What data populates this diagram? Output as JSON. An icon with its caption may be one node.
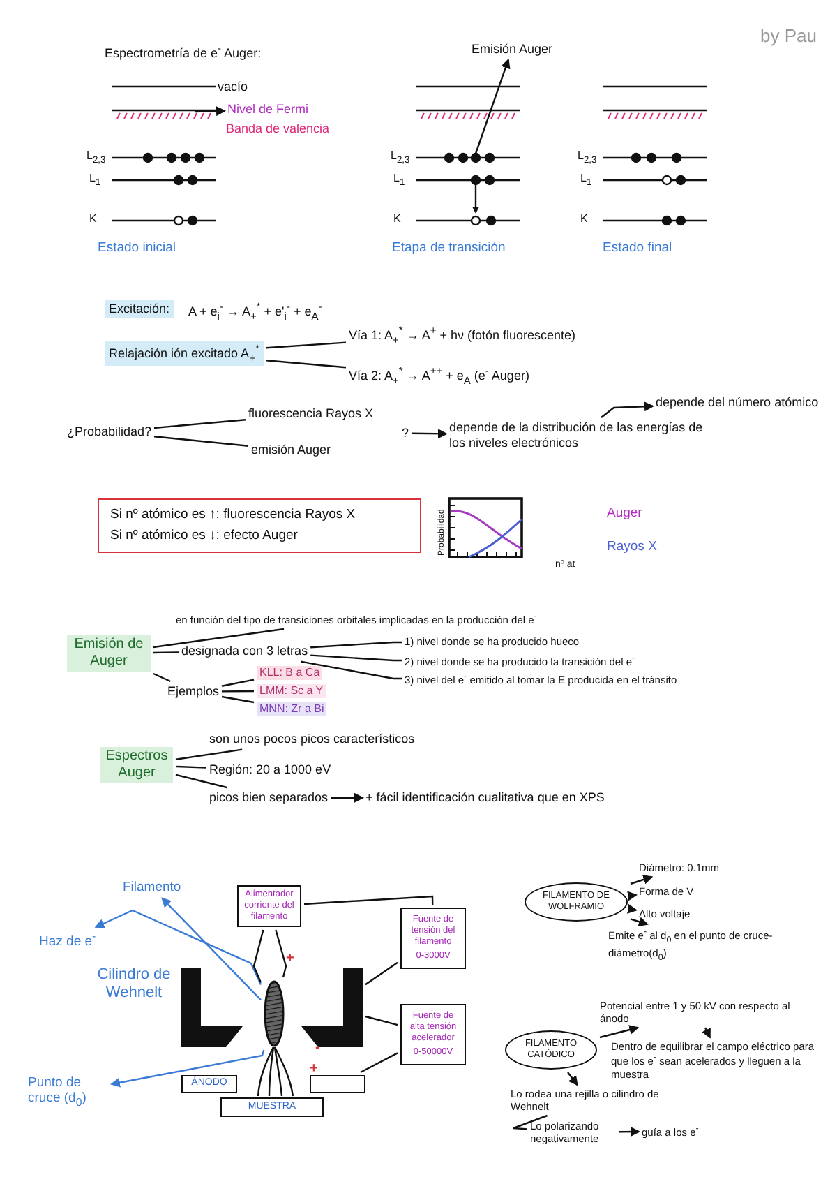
{
  "diagram": {
    "title": "Espectrometría de e$^{-}$ Auger:",
    "nodes": [
      {
        "text": [
          "Emisión Auger"
        ]
      },
      {
        "text": [
          "Nivel de Fermi"
        ]
      },
      {
        "text": [
          "Relajación ión excitado A$_{+}$$^{*}$"
        ]
      },
      {
        "text": [
          "Vía 1: A$_{+}$$^{*}$ → A$^{+}$ + hν (fotón fluorescente)"
        ]
      },
      {
        "text": [
          "Vía 2: A$_{+}$$^{*}$ → A$^{++}$ + e$_{A}$ (e$^{-}$ Auger)"
        ]
      },
      {
        "text": [
          "¿Probabilidad?"
        ]
      },
      {
        "text": [
          "fluorescencia Rayos X"
        ]
      },
      {
        "text": [
          "emisión Auger"
        ]
      },
      {
        "text": [
          "?"
        ]
      },
      {
        "text": [
          "depende de la distribución de las energías de los niveles electrónicos"
        ]
      },
      {
        "text": [
          "depende del número atómico"
        ]
      },
      {
        "text": [
          "Si nº atómico es ↑: fluorescencia Rayos X",
          "Si nº atómico es ↓: efecto Auger"
        ]
      },
      {
        "text": [
          "Emisión de Auger"
        ]
      },
      {
        "text": [
          "en función del tipo de transiciones orbitales implicadas en la producción del e$^{-}$"
        ]
      },
      {
        "text": [
          "designada con 3 letras"
        ]
      },
      {
        "text": [
          "Ejemplos"
        ]
      },
      {
        "text": [
          "KLL: B a Ca"
        ]
      },
      {
        "text": [
          "LMM: Sc a Y"
        ]
      },
      {
        "text": [
          "MNN: Zr a Bi"
        ]
      },
      {
        "text": [
          "1) nivel donde se ha producido hueco"
        ]
      },
      {
        "text": [
          "2) nivel donde se ha producido la transición del e$^{-}$"
        ]
      },
      {
        "text": [
          "3) nivel del e$^{-}$ emitido al tomar la E producida en el tránsito"
        ]
      },
      {
        "text": [
          "Espectros Auger"
        ]
      },
      {
        "text": [
          "son unos pocos picos característicos"
        ]
      },
      {
        "text": [
          "Región: 20 a 1000 eV"
        ]
      },
      {
        "text": [
          "picos bien separados"
        ]
      },
      {
        "text": [
          "+ fácil identificación cualitativa que en XPS"
        ]
      },
      {
        "text": [
          "Filamento"
        ]
      },
      {
        "text": [
          "Haz de e$^{-}$"
        ]
      },
      {
        "text": [
          "Punto de cruce (d$_{0}$)"
        ]
      },
      {
        "text": [
          "Alimentador corriente del filamento"
        ]
      },
      {
        "text": [
          "Fuente de tensión del filamento",
          "0-3000V"
        ]
      },
      {
        "text": [
          "Fuente de alta tensión acelerador",
          "0-50000V"
        ]
      },
      {
        "text": [
          "ÁNODO"
        ]
      },
      {
        "text": [],
        "shape": "box"
      },
      {
        "text": [
          "MUESTRA"
        ]
      },
      {
        "text": [],
        "shape": "ellipse"
      },
      {
        "text": [],
        "shape": "block",
        "beside": [
          "Cilindro de Wehnelt"
        ]
      },
      {
        "text": [],
        "shape": "block"
      },
      {
        "text": [
          "FILAMENTO DE WOLFRAMIO"
        ]
      },
      {
        "text": [
          "Diámetro: 0.1mm"
        ]
      },
      {
        "text": [
          "Forma de V"
        ]
      },
      {
        "text": [
          "Alto voltaje"
        ]
      },
      {
        "text": [
          "Emite e$^{-}$ al d$_{0}$ en el punto de cruce-diámetro(d$_{0}$)"
        ]
      },
      {
        "text": [
          "FILAMENTO CATÓDICO"
        ]
      },
      {
        "text": [
          "Potencial entre 1 y 50 kV con respecto al ánodo"
        ]
      },
      {
        "text": [
          "Dentro de equilibrar el campo eléctrico para que los e$^{-}$ sean acelerados y lleguen a la muestra"
        ]
      },
      {
        "text": [
          "Lo rodea una rejilla o cilindro de Wehnelt"
        ]
      },
      {
        "text": [
          "Lo polarizando negativamente"
        ]
      },
      {
        "text": [
          "guía a los e$^{-}$"
        ]
      }
    ],
    "edges": [
      {
        "from": null,
        "to": 0,
        "arrow": "to"
      },
      {
        "from": null,
        "to": 1,
        "arrow": "to"
      },
      {
        "from": 2,
        "to": 3,
        "arrow": "none"
      },
      {
        "from": 2,
        "to": 4,
        "arrow": "none"
      },
      {
        "from": 5,
        "to": 6,
        "arrow": "none"
      },
      {
        "from": 5,
        "to": 7,
        "arrow": "none"
      },
      {
        "from": 8,
        "to": 9,
        "arrow": "to"
      },
      {
        "from": 9,
        "to": 10,
        "arrow": "to"
      },
      {
        "from": 12,
        "to": 13,
        "arrow": "none"
      },
      {
        "from": 12,
        "to": 14,
        "arrow": "none"
      },
      {
        "from": 12,
        "to": 15,
        "arrow": "none"
      },
      {
        "from": 14,
        "to": 19,
        "arrow": "none"
      },
      {
        "from": 14,
        "to": 20,
        "arrow": "none"
      },
      {
        "from": 14,
        "to": 21,
        "arrow": "none"
      },
      {
        "from": 15,
        "to": 16,
        "arrow": "none"
      },
      {
        "from": 15,
        "to": 17,
        "arrow": "none"
      },
      {
        "from": 15,
        "to": 18,
        "arrow": "none"
      },
      {
        "from": 22,
        "to": 23,
        "arrow": "none"
      },
      {
        "from": 22,
        "to": 24,
        "arrow": "none"
      },
      {
        "from": 22,
        "to": 25,
        "arrow": "none"
      },
      {
        "from": 25,
        "to": 26,
        "arrow": "to"
      },
      {
        "from": 36,
        "to": 27,
        "arrow": "to",
        "color": "#3a7bd5"
      },
      {
        "from": 36,
        "to": 28,
        "arrow": "to",
        "color": "#3a7bd5"
      },
      {
        "from": 36,
        "to": 29,
        "arrow": "to",
        "color": "#3a7bd5"
      },
      {
        "from": 30,
        "to": 31,
        "arrow": "none"
      },
      {
        "from": 31,
        "to": 38,
        "arrow": "none"
      },
      {
        "from": 32,
        "to": 38,
        "arrow": "none"
      },
      {
        "from": 32,
        "to": 34,
        "arrow": "none"
      },
      {
        "from": 30,
        "to": 36,
        "arrow": "none"
      },
      {
        "from": 30,
        "to": 36,
        "arrow": "none"
      },
      {
        "from": 39,
        "to": 40,
        "arrow": "to"
      },
      {
        "from": 39,
        "to": 41,
        "arrow": "to"
      },
      {
        "from": 39,
        "to": 42,
        "arrow": "to"
      },
      {
        "from": 39,
        "to": 43,
        "arrow": "to"
      },
      {
        "from": 44,
        "to": 45,
        "arrow": "to"
      },
      {
        "from": 45,
        "to": 46,
        "arrow": "to"
      },
      {
        "from": 44,
        "to": 47,
        "arrow": "to"
      },
      {
        "from": 47,
        "to": 48,
        "arrow": "none"
      },
      {
        "from": 48,
        "to": 49,
        "arrow": "to"
      }
    ],
    "labels": [
      "by Pau",
      "vacío",
      "Banda de valencia",
      "L$_{2,3}$",
      "L$_{1}$",
      "K",
      "Estado inicial",
      "L$_{2,3}$",
      "L$_{1}$",
      "K",
      "Etapa de transición",
      "L$_{2,3}$",
      "L$_{1}$",
      "K",
      "Estado final",
      "Excitación:",
      "A + e$_{i}$$^{-}$ → A$_{+}$$^{*}$ + e'$_{i}$$^{-}$ + e$_{A}$$^{-}$",
      "Probabilidad",
      "nº at",
      "Auger",
      "Rayos X",
      "+",
      "-",
      "+"
    ]
  }
}
